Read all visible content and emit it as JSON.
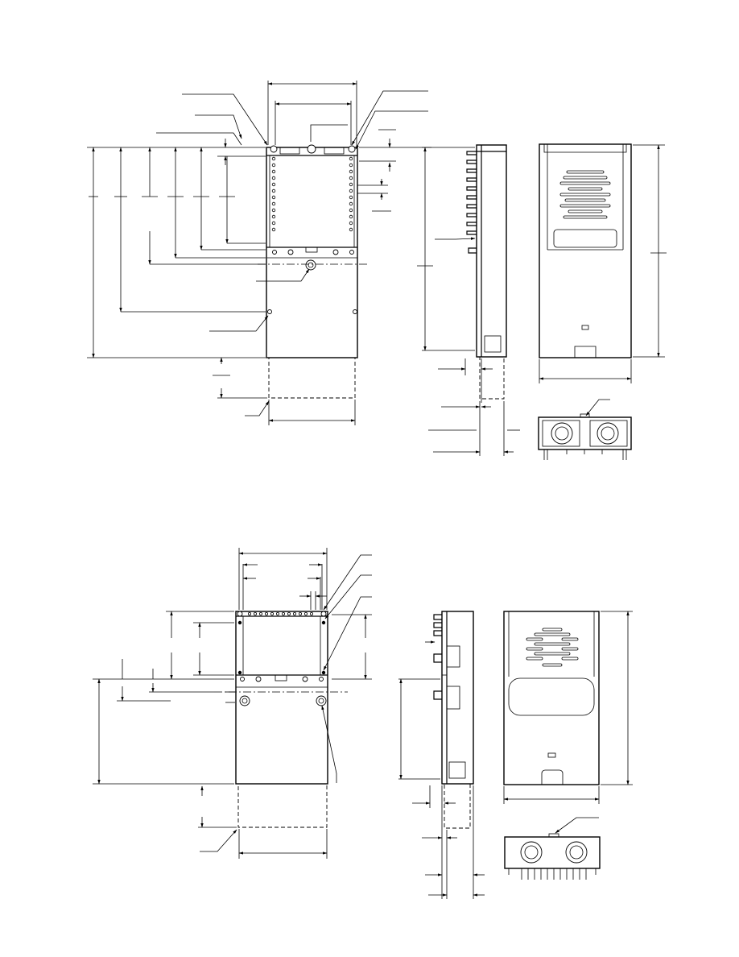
{
  "drawing": {
    "colors": {
      "line": "#000000",
      "background": "#ffffff"
    },
    "upper_assembly": {
      "views": [
        "front-view",
        "side-view",
        "rear-view",
        "bottom-view"
      ]
    },
    "lower_assembly": {
      "views": [
        "front-view",
        "side-view",
        "rear-view",
        "bottom-view"
      ]
    }
  }
}
